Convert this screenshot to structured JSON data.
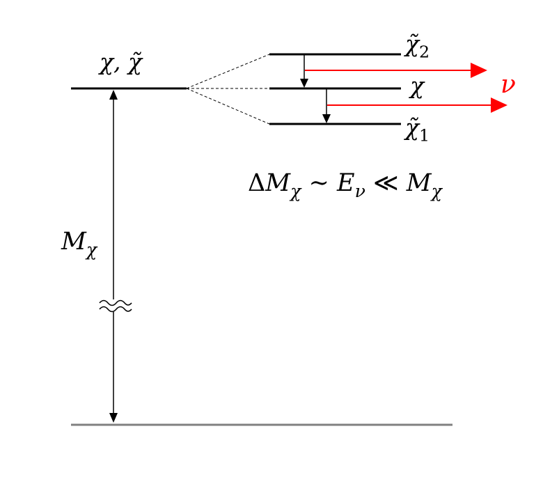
{
  "diagram": {
    "degenerate_label": "χ, χ̃",
    "mass_label": {
      "symbol": "M",
      "subscript": "χ"
    },
    "split_levels": [
      {
        "symbol": "χ̃",
        "subscript": "2"
      },
      {
        "symbol": "χ",
        "subscript": ""
      },
      {
        "symbol": "χ̃",
        "subscript": "1"
      }
    ],
    "emission_label": "ν",
    "relation": {
      "delta": "Δ",
      "m": "M",
      "sub_chi": "χ",
      "sim": "∼",
      "e": "E",
      "sub_nu": "ν",
      "ll": "≪"
    },
    "break_symbol": "≈",
    "colors": {
      "levels": "#000000",
      "ground": "#808080",
      "emission": "#ff0000",
      "dashed": "#000000"
    }
  }
}
